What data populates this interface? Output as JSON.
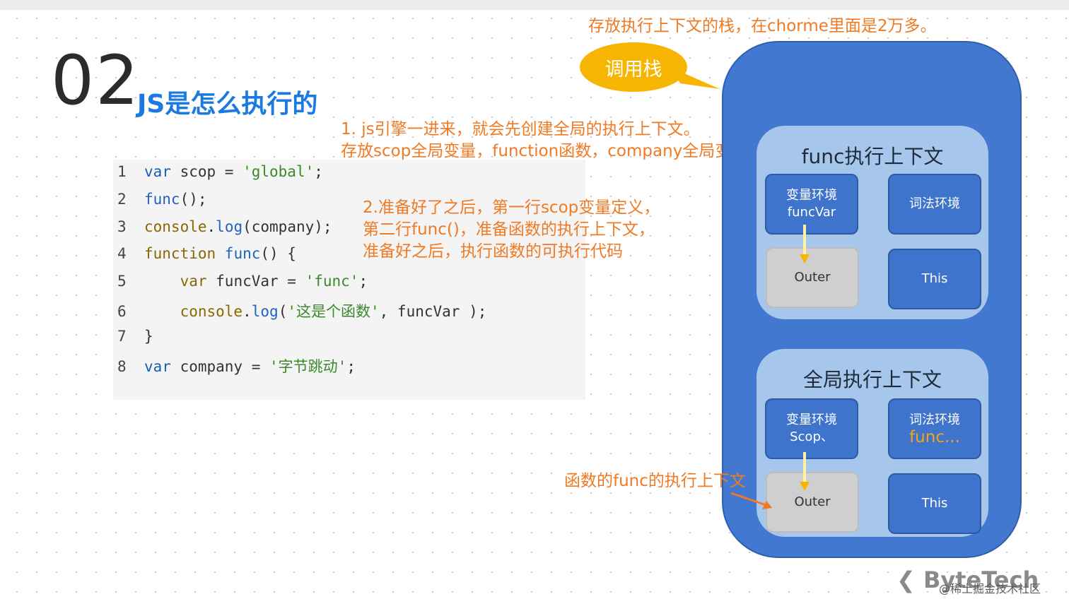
{
  "slide": {
    "number": "02",
    "title": "JS是怎么执行的"
  },
  "code": [
    {
      "n": "1",
      "tokens": [
        {
          "t": "var ",
          "c": "kw"
        },
        {
          "t": "scop = ",
          "c": "plain"
        },
        {
          "t": "'global'",
          "c": "str"
        },
        {
          "t": ";",
          "c": "plain"
        }
      ]
    },
    {
      "n": "2",
      "tokens": [
        {
          "t": "func",
          "c": "fn"
        },
        {
          "t": "();",
          "c": "plain"
        }
      ]
    },
    {
      "n": "3",
      "tokens": [
        {
          "t": "console",
          "c": "obj"
        },
        {
          "t": ".",
          "c": "plain"
        },
        {
          "t": "log",
          "c": "fn"
        },
        {
          "t": "(company);",
          "c": "plain"
        }
      ]
    },
    {
      "n": "4",
      "tokens": [
        {
          "t": "function ",
          "c": "obj"
        },
        {
          "t": "func",
          "c": "fn"
        },
        {
          "t": "() {",
          "c": "plain"
        }
      ]
    },
    {
      "n": "5",
      "tokens": [
        {
          "t": "    ",
          "c": "plain"
        },
        {
          "t": "var ",
          "c": "obj"
        },
        {
          "t": "funcVar = ",
          "c": "plain"
        },
        {
          "t": "'func'",
          "c": "str"
        },
        {
          "t": ";",
          "c": "plain"
        }
      ]
    },
    {
      "n": "6",
      "tokens": [
        {
          "t": "    ",
          "c": "plain"
        },
        {
          "t": "console",
          "c": "obj"
        },
        {
          "t": ".",
          "c": "plain"
        },
        {
          "t": "log",
          "c": "fn"
        },
        {
          "t": "(",
          "c": "plain"
        },
        {
          "t": "'这是个函数'",
          "c": "str"
        },
        {
          "t": ", funcVar );",
          "c": "plain"
        }
      ]
    },
    {
      "n": "7",
      "tokens": [
        {
          "t": "}",
          "c": "plain"
        }
      ]
    },
    {
      "n": "8",
      "tokens": [
        {
          "t": "var ",
          "c": "kw"
        },
        {
          "t": "company = ",
          "c": "plain"
        },
        {
          "t": "'字节跳动'",
          "c": "str"
        },
        {
          "t": ";",
          "c": "plain"
        }
      ]
    }
  ],
  "annotations": {
    "top": "存放执行上下文的栈，在chorme里面是2万多。",
    "step1_a": "1. js引擎一进来，就会先创建全局的执行上下文。",
    "step1_b": "存放scop全局变量，function函数，company全局变量",
    "step2_a": "2.准备好了之后，第一行scop变量定义，",
    "step2_b": "第二行func()，准备函数的执行上下文，",
    "step2_c": "准备好之后，执行函数的可执行代码",
    "outer_note": "函数的func的执行上下文"
  },
  "callout": "调用栈",
  "func_ctx": {
    "title": "func执行上下文",
    "var_env": "变量环境",
    "var_env_value": "funcVar",
    "lex_env": "词法环境",
    "outer": "Outer",
    "this": "This"
  },
  "global_ctx": {
    "title": "全局执行上下文",
    "var_env": "变量环境",
    "var_env_value": "Scop、",
    "lex_env": "词法环境",
    "lex_env_value": "func...",
    "outer": "Outer",
    "this": "This"
  },
  "footer": {
    "logo": "ByteTech",
    "watermark": "@稀土掘金技术社区"
  },
  "colors": {
    "accent": "#f07a24",
    "stack": "#4278cf",
    "context": "#a7c6ec",
    "callout": "#f7b400",
    "title": "#1a7ae0"
  }
}
